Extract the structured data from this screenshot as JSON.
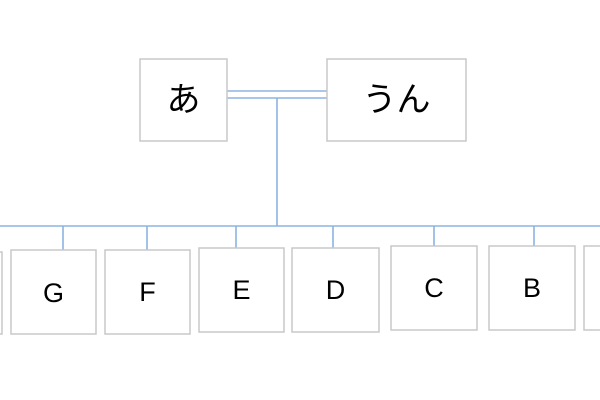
{
  "diagram": {
    "top_nodes": [
      {
        "label": "あ"
      },
      {
        "label": "うん"
      }
    ],
    "children": [
      {
        "label": ""
      },
      {
        "label": "G"
      },
      {
        "label": "F"
      },
      {
        "label": "E"
      },
      {
        "label": "D"
      },
      {
        "label": "C"
      },
      {
        "label": "B"
      },
      {
        "label": ""
      }
    ],
    "colors": {
      "connector": "#8db3e2",
      "box_border": "#c8c8c8",
      "box_fill": "#ffffff",
      "text": "#000000"
    }
  }
}
